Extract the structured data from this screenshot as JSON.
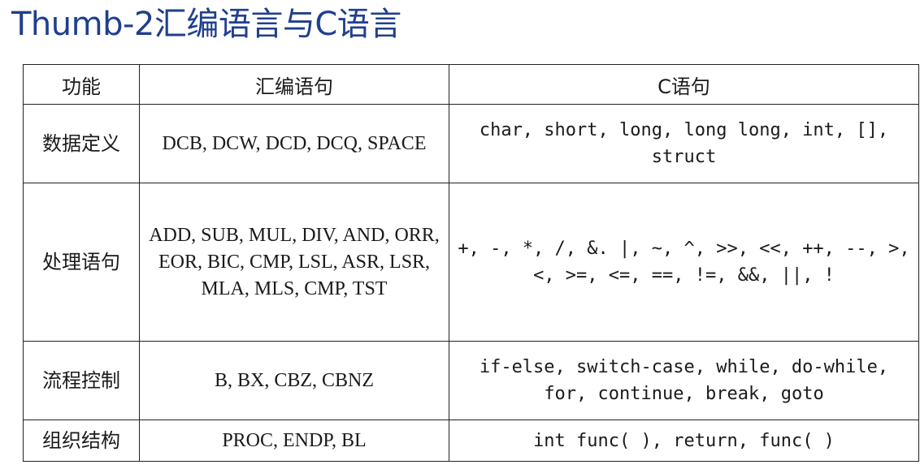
{
  "title": "Thumb-2汇编语言与C语言",
  "table": {
    "headers": [
      "功能",
      "汇编语句",
      "C语句"
    ],
    "rows": [
      {
        "function": "数据定义",
        "assembly": "DCB, DCW, DCD, DCQ, SPACE",
        "c": "char, short, long, long long, int, [], struct"
      },
      {
        "function": "处理语句",
        "assembly": "ADD, SUB, MUL, DIV, AND, ORR, EOR, BIC, CMP, LSL, ASR, LSR, MLA, MLS, CMP, TST",
        "c": "+, -, *, /, &. |, ~, ^, >>, <<, ++, --, >, <, >=, <=, ==, !=, &&, ||, !"
      },
      {
        "function": "流程控制",
        "assembly": "B, BX, CBZ, CBNZ",
        "c": "if-else, switch-case, while, do-while, for, continue, break, goto"
      },
      {
        "function": "组织结构",
        "assembly": "PROC, ENDP, BL",
        "c": "int func( ), return, func( )"
      }
    ]
  }
}
